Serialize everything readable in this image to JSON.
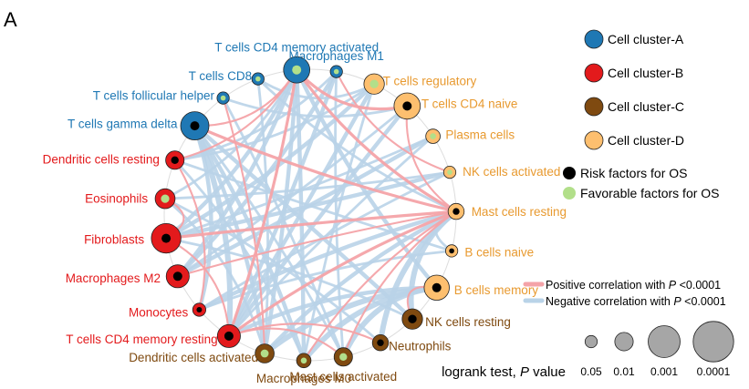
{
  "panel_label": "A",
  "colors": {
    "cluster_a": "#1f78b4",
    "cluster_b": "#e31a1c",
    "cluster_c": "#7f4a10",
    "cluster_d": "#fdbf6f",
    "risk": "#000000",
    "favorable": "#b2df8a",
    "positive_edge": "#f4a3a8",
    "negative_edge": "#b9d3e8",
    "scale_circle": "#a6a6a6"
  },
  "nodes": [
    {
      "label": "T cells regulatory",
      "cluster": "D",
      "factor": "favorable",
      "p": 0.005
    },
    {
      "label": "T cells CD4 naive",
      "cluster": "D",
      "factor": "risk",
      "p": 0.0005
    },
    {
      "label": "Plasma cells",
      "cluster": "D",
      "factor": "favorable",
      "p": 0.03
    },
    {
      "label": "NK cells activated",
      "cluster": "D",
      "factor": "favorable",
      "p": 0.05
    },
    {
      "label": "Mast cells resting",
      "cluster": "D",
      "factor": "risk",
      "p": 0.02
    },
    {
      "label": "B cells naive",
      "cluster": "D",
      "factor": "risk",
      "p": 0.05
    },
    {
      "label": "B cells memory",
      "cluster": "D",
      "factor": "risk",
      "p": 0.0008
    },
    {
      "label": "NK cells resting",
      "cluster": "C",
      "factor": "risk",
      "p": 0.005
    },
    {
      "label": "Neutrophils",
      "cluster": "C",
      "factor": "risk",
      "p": 0.02
    },
    {
      "label": "Mast cells activated",
      "cluster": "C",
      "factor": "favorable",
      "p": 0.01
    },
    {
      "label": "Macrophages M0",
      "cluster": "C",
      "factor": "favorable",
      "p": 0.03
    },
    {
      "label": "Dendritic cells activated",
      "cluster": "C",
      "factor": "favorable",
      "p": 0.008
    },
    {
      "label": "T cells CD4 memory resting",
      "cluster": "B",
      "factor": "risk",
      "p": 0.002
    },
    {
      "label": "Monocytes",
      "cluster": "B",
      "factor": "risk",
      "p": 0.04
    },
    {
      "label": "Macrophages M2",
      "cluster": "B",
      "factor": "risk",
      "p": 0.002
    },
    {
      "label": "Fibroblasts",
      "cluster": "B",
      "factor": "risk",
      "p": 0.0001
    },
    {
      "label": "Eosinophils",
      "cluster": "B",
      "factor": "favorable",
      "p": 0.006
    },
    {
      "label": "Dendritic cells resting",
      "cluster": "B",
      "factor": "risk",
      "p": 0.01
    },
    {
      "label": "T cells gamma delta",
      "cluster": "A",
      "factor": "risk",
      "p": 0.0002
    },
    {
      "label": "T cells follicular helper",
      "cluster": "A",
      "factor": "favorable",
      "p": 0.05
    },
    {
      "label": "T cells CD8",
      "cluster": "A",
      "factor": "favorable",
      "p": 0.05
    },
    {
      "label": "T cells CD4 memory activated",
      "cluster": "A",
      "factor": "favorable",
      "p": 0.0005
    },
    {
      "label": "Macrophages M1",
      "cluster": "A",
      "factor": "favorable",
      "p": 0.05
    }
  ],
  "edges": [
    {
      "a": 18,
      "b": 4,
      "sign": "positive",
      "strength": 2
    },
    {
      "a": 15,
      "b": 4,
      "sign": "positive",
      "strength": 2
    },
    {
      "a": 14,
      "b": 4,
      "sign": "positive",
      "strength": 1
    },
    {
      "a": 21,
      "b": 12,
      "sign": "positive",
      "strength": 2
    },
    {
      "a": 21,
      "b": 1,
      "sign": "positive",
      "strength": 2
    },
    {
      "a": 21,
      "b": 17,
      "sign": "positive",
      "strength": 1
    },
    {
      "a": 15,
      "b": 16,
      "sign": "positive",
      "strength": 1
    },
    {
      "a": 9,
      "b": 12,
      "sign": "positive",
      "strength": 1
    },
    {
      "a": 4,
      "b": 10,
      "sign": "positive",
      "strength": 1
    },
    {
      "a": 4,
      "b": 9,
      "sign": "positive",
      "strength": 1
    },
    {
      "a": 22,
      "b": 3,
      "sign": "positive",
      "strength": 1
    },
    {
      "a": 1,
      "b": 4,
      "sign": "positive",
      "strength": 1
    },
    {
      "a": 17,
      "b": 13,
      "sign": "positive",
      "strength": 1
    },
    {
      "a": 8,
      "b": 12,
      "sign": "positive",
      "strength": 1
    },
    {
      "a": 18,
      "b": 21,
      "sign": "positive",
      "strength": 1
    },
    {
      "a": 6,
      "b": 7,
      "sign": "positive",
      "strength": 1
    },
    {
      "a": 21,
      "b": 4,
      "sign": "positive",
      "strength": 2
    },
    {
      "a": 15,
      "b": 12,
      "sign": "positive",
      "strength": 1
    },
    {
      "a": 4,
      "b": 12,
      "sign": "positive",
      "strength": 2
    },
    {
      "a": 19,
      "b": 11,
      "sign": "positive",
      "strength": 1
    },
    {
      "a": 4,
      "b": 7,
      "sign": "negative",
      "strength": 3
    },
    {
      "a": 4,
      "b": 8,
      "sign": "negative",
      "strength": 3
    },
    {
      "a": 4,
      "b": 13,
      "sign": "negative",
      "strength": 2
    },
    {
      "a": 4,
      "b": 11,
      "sign": "negative",
      "strength": 2
    },
    {
      "a": 6,
      "b": 10,
      "sign": "negative",
      "strength": 3
    },
    {
      "a": 6,
      "b": 11,
      "sign": "negative",
      "strength": 3
    },
    {
      "a": 6,
      "b": 9,
      "sign": "negative",
      "strength": 3
    },
    {
      "a": 6,
      "b": 12,
      "sign": "negative",
      "strength": 2
    },
    {
      "a": 21,
      "b": 10,
      "sign": "negative",
      "strength": 2
    },
    {
      "a": 21,
      "b": 11,
      "sign": "negative",
      "strength": 2
    },
    {
      "a": 21,
      "b": 14,
      "sign": "negative",
      "strength": 2
    },
    {
      "a": 18,
      "b": 12,
      "sign": "negative",
      "strength": 3
    },
    {
      "a": 18,
      "b": 13,
      "sign": "negative",
      "strength": 2
    },
    {
      "a": 18,
      "b": 11,
      "sign": "negative",
      "strength": 2
    },
    {
      "a": 18,
      "b": 10,
      "sign": "negative",
      "strength": 2
    },
    {
      "a": 18,
      "b": 7,
      "sign": "negative",
      "strength": 2
    },
    {
      "a": 15,
      "b": 0,
      "sign": "negative",
      "strength": 2
    },
    {
      "a": 15,
      "b": 3,
      "sign": "negative",
      "strength": 2
    },
    {
      "a": 15,
      "b": 21,
      "sign": "negative",
      "strength": 2
    },
    {
      "a": 14,
      "b": 22,
      "sign": "negative",
      "strength": 2
    },
    {
      "a": 14,
      "b": 2,
      "sign": "negative",
      "strength": 2
    },
    {
      "a": 12,
      "b": 22,
      "sign": "negative",
      "strength": 2
    },
    {
      "a": 12,
      "b": 0,
      "sign": "negative",
      "strength": 2
    },
    {
      "a": 12,
      "b": 2,
      "sign": "negative",
      "strength": 1
    },
    {
      "a": 16,
      "b": 3,
      "sign": "negative",
      "strength": 1
    },
    {
      "a": 16,
      "b": 21,
      "sign": "negative",
      "strength": 1
    },
    {
      "a": 17,
      "b": 0,
      "sign": "negative",
      "strength": 1
    },
    {
      "a": 17,
      "b": 22,
      "sign": "negative",
      "strength": 1
    },
    {
      "a": 20,
      "b": 4,
      "sign": "negative",
      "strength": 1
    },
    {
      "a": 20,
      "b": 11,
      "sign": "negative",
      "strength": 1
    },
    {
      "a": 19,
      "b": 9,
      "sign": "negative",
      "strength": 1
    },
    {
      "a": 22,
      "b": 9,
      "sign": "negative",
      "strength": 1
    },
    {
      "a": 1,
      "b": 12,
      "sign": "negative",
      "strength": 2
    },
    {
      "a": 1,
      "b": 14,
      "sign": "negative",
      "strength": 1
    },
    {
      "a": 0,
      "b": 10,
      "sign": "negative",
      "strength": 1
    },
    {
      "a": 3,
      "b": 13,
      "sign": "negative",
      "strength": 1
    },
    {
      "a": 2,
      "b": 15,
      "sign": "negative",
      "strength": 1
    },
    {
      "a": 7,
      "b": 15,
      "sign": "negative",
      "strength": 1
    },
    {
      "a": 8,
      "b": 16,
      "sign": "negative",
      "strength": 1
    },
    {
      "a": 9,
      "b": 18,
      "sign": "negative",
      "strength": 1
    },
    {
      "a": 5,
      "b": 17,
      "sign": "negative",
      "strength": 1
    },
    {
      "a": 11,
      "b": 16,
      "sign": "negative",
      "strength": 1
    },
    {
      "a": 10,
      "b": 17,
      "sign": "negative",
      "strength": 1
    },
    {
      "a": 1,
      "b": 19,
      "sign": "negative",
      "strength": 1
    },
    {
      "a": 0,
      "b": 20,
      "sign": "negative",
      "strength": 1
    },
    {
      "a": 21,
      "b": 6,
      "sign": "negative",
      "strength": 2
    },
    {
      "a": 13,
      "b": 5,
      "sign": "negative",
      "strength": 1
    },
    {
      "a": 4,
      "b": 5,
      "sign": "negative",
      "strength": 1
    }
  ],
  "legend": {
    "clusters": [
      {
        "key": "cluster_a",
        "label": "Cell cluster-A"
      },
      {
        "key": "cluster_b",
        "label": "Cell cluster-B"
      },
      {
        "key": "cluster_c",
        "label": "Cell cluster-C"
      },
      {
        "key": "cluster_d",
        "label": "Cell cluster-D"
      }
    ],
    "factors": [
      {
        "key": "risk",
        "label": "Risk factors for OS"
      },
      {
        "key": "favorable",
        "label": "Favorable factors for OS"
      }
    ],
    "edges": [
      {
        "key": "positive_edge",
        "label": "Positive correlation with ",
        "italic": "P",
        "suffix": " <0.0001"
      },
      {
        "key": "negative_edge",
        "label": "Negative correlation with ",
        "italic": "P",
        "suffix": " <0.0001"
      }
    ]
  },
  "size_scale": {
    "title": "logrank test, ",
    "title_italic": "P",
    "title_suffix": " value",
    "values": [
      0.05,
      0.01,
      0.001,
      0.0001
    ],
    "tick_labels": [
      "0.05",
      "0.01",
      "0.001",
      "0.0001"
    ]
  }
}
